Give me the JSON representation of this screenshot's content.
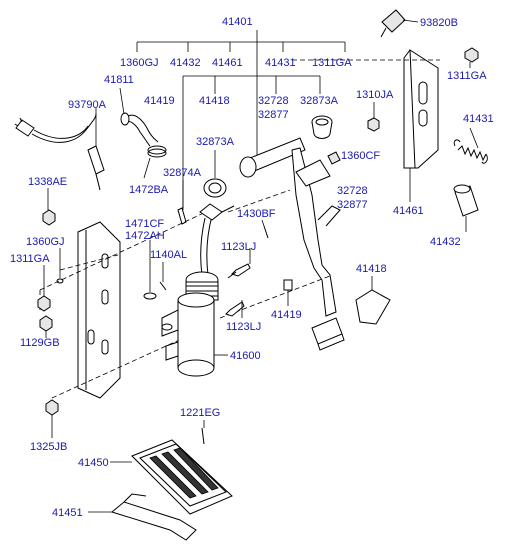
{
  "labels": {
    "l41401": "41401",
    "l93820B": "93820B",
    "l1360GJ_top": "1360GJ",
    "l41432_top": "41432",
    "l41461_top": "41461",
    "l41431_top": "41431",
    "l1311GA_top": "1311GA",
    "l1311GA_right": "1311GA",
    "l41811": "41811",
    "l41419_top": "41419",
    "l41418_top": "41418",
    "l32728_top": "32728",
    "l32877_top": "32877",
    "l32873A_top": "32873A",
    "l1310JA": "1310JA",
    "l41431_right": "41431",
    "l93790A": "93790A",
    "l32873A_mid": "32873A",
    "l1360CF": "1360CF",
    "l1338AE": "1338AE",
    "l1472BA": "1472BA",
    "l32874A": "32874A",
    "l32728_mid": "32728",
    "l32877_mid": "32877",
    "l41461_right": "41461",
    "l1471CF": "1471CF",
    "l1472AH": "1472AH",
    "l1430BF": "1430BF",
    "l41432_right": "41432",
    "l1360GJ_left": "1360GJ",
    "l1311GA_left": "1311GA",
    "l1140AL": "1140AL",
    "l1123LJ_a": "1123LJ",
    "l41418_mid": "41418",
    "l41419_mid": "41419",
    "l1123LJ_b": "1123LJ",
    "l1129GB": "1129GB",
    "l41600": "41600",
    "l1325JB": "1325JB",
    "l1221EG": "1221EG",
    "l41450": "41450",
    "l41451": "41451"
  }
}
